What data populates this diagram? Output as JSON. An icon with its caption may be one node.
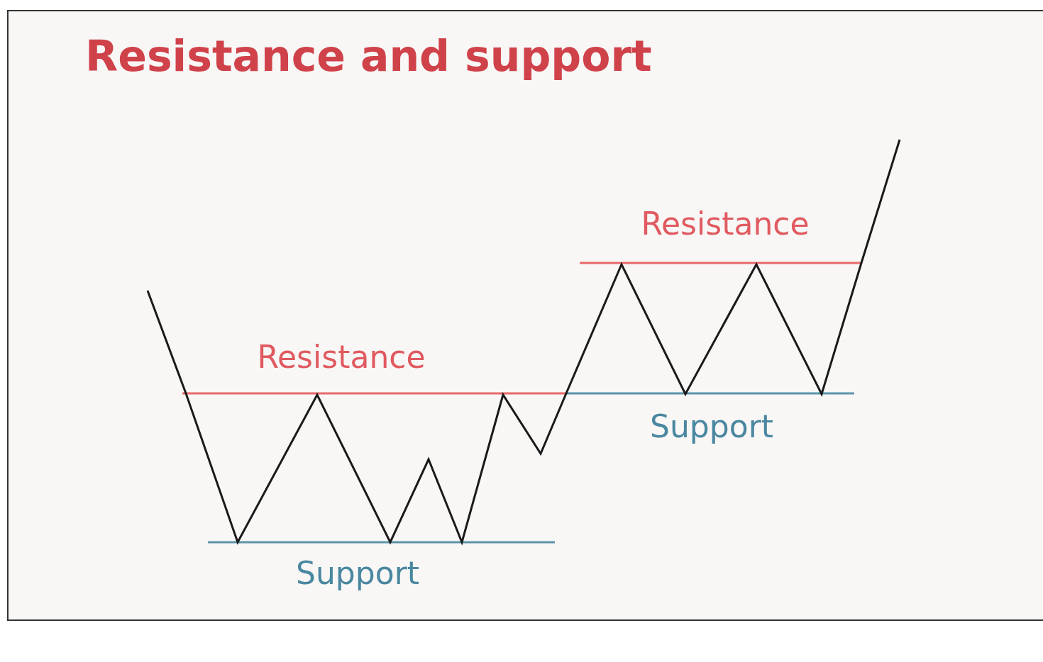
{
  "diagram": {
    "title": "Resistance and support",
    "labels": [
      "Resistance",
      "Resistance",
      "Support",
      "Support"
    ]
  }
}
